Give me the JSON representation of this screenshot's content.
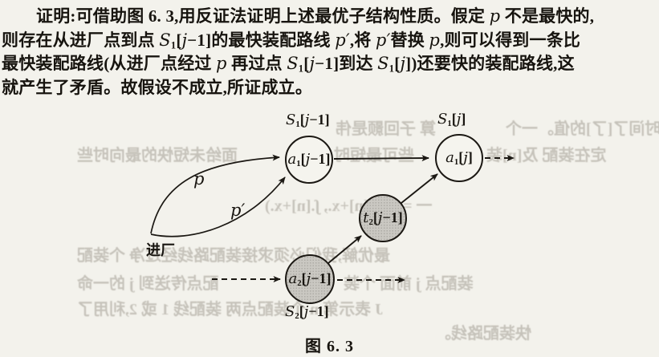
{
  "paragraph": {
    "lines": [
      {
        "segments": [
          {
            "t": "证明:",
            "b": 1
          },
          {
            "t": "可借助图 6. 3,用反证法证明上述最优子结构性质。假定 "
          },
          {
            "t": "p",
            "i": 1
          },
          {
            "t": " 不是最快的,"
          }
        ]
      },
      {
        "segments": [
          {
            "t": "则存在从进厂点到点 "
          },
          {
            "t": "S",
            "i": 1
          },
          {
            "t": "1",
            "s": 1
          },
          {
            "t": "["
          },
          {
            "t": "j",
            "i": 1
          },
          {
            "t": "−1]的最快装配路线 "
          },
          {
            "t": "p′",
            "i": 1
          },
          {
            "t": ",将 "
          },
          {
            "t": "p′",
            "i": 1
          },
          {
            "t": "替换 "
          },
          {
            "t": "p",
            "i": 1
          },
          {
            "t": ",则可以得到一条比"
          }
        ]
      },
      {
        "segments": [
          {
            "t": "最快装配路线(从进厂点经过 "
          },
          {
            "t": "p",
            "i": 1
          },
          {
            "t": " 再过点 "
          },
          {
            "t": "S",
            "i": 1
          },
          {
            "t": "1",
            "s": 1
          },
          {
            "t": "["
          },
          {
            "t": "j",
            "i": 1
          },
          {
            "t": "−1]到达 "
          },
          {
            "t": "S",
            "i": 1
          },
          {
            "t": "1",
            "s": 1
          },
          {
            "t": "["
          },
          {
            "t": "j",
            "i": 1
          },
          {
            "t": "])还要快的装配路线,这"
          }
        ]
      },
      {
        "segments": [
          {
            "t": "就产生了矛盾。故假设不成立,所证成立。"
          }
        ]
      }
    ]
  },
  "figure": {
    "caption": "图 6. 3",
    "entry_label": "进厂",
    "path_label_p": {
      "segments": [
        {
          "t": "p",
          "i": 1
        }
      ]
    },
    "path_label_p_prime": {
      "segments": [
        {
          "t": "p′",
          "i": 1
        }
      ]
    },
    "nodes": {
      "a1_jm1": {
        "label": {
          "segments": [
            {
              "t": "a",
              "i": 1
            },
            {
              "t": "1",
              "s": 1
            },
            {
              "t": "["
            },
            {
              "t": "j",
              "i": 1
            },
            {
              "t": "−1]"
            }
          ]
        }
      },
      "a1_j": {
        "label": {
          "segments": [
            {
              "t": "a",
              "i": 1
            },
            {
              "t": "1",
              "s": 1
            },
            {
              "t": "["
            },
            {
              "t": "j",
              "i": 1
            },
            {
              "t": "]"
            }
          ]
        }
      },
      "t2_jm1": {
        "label": {
          "segments": [
            {
              "t": "t",
              "i": 1
            },
            {
              "t": "2",
              "s": 1
            },
            {
              "t": "["
            },
            {
              "t": "j",
              "i": 1
            },
            {
              "t": "−1]"
            }
          ]
        }
      },
      "a2_jm1": {
        "label": {
          "segments": [
            {
              "t": "a",
              "i": 1
            },
            {
              "t": "2",
              "s": 1
            },
            {
              "t": "["
            },
            {
              "t": "j",
              "i": 1
            },
            {
              "t": "−1]"
            }
          ]
        }
      }
    },
    "station_labels": {
      "s1_jm1": {
        "segments": [
          {
            "t": "S",
            "i": 1
          },
          {
            "t": "1",
            "s": 1
          },
          {
            "t": "["
          },
          {
            "t": "j",
            "i": 1
          },
          {
            "t": "−1]"
          }
        ]
      },
      "s1_j": {
        "segments": [
          {
            "t": "S",
            "i": 1
          },
          {
            "t": "1",
            "s": 1
          },
          {
            "t": "["
          },
          {
            "t": "j",
            "i": 1
          },
          {
            "t": "]"
          }
        ]
      },
      "s2_jm1": {
        "segments": [
          {
            "t": "S",
            "i": 1
          },
          {
            "t": "2",
            "s": 1
          },
          {
            "t": "["
          },
          {
            "t": "j",
            "i": 1
          },
          {
            "t": "−1]"
          }
        ]
      }
    }
  },
  "bleed": {
    "lines": [
      "算 子回颢是伟",
      "时间了[了]的值。一个",
      "面给未短快的最向时些",
      "些可最短时",
      "定在装配 及[n]装",
      "一 = ʃ.(胡[n]+x., ʃ.[n]+x.)",
      "最优解,我们必须求接装配路线经过净 个装配",
      "配点传送到 j 的一命",
      "装配点 j 前面 个装",
      "J 表示第 n 个装配点两 装配线 1 或 2,利用了",
      "快装配路线。"
    ]
  },
  "colors": {
    "paper": "#f3f2ec",
    "ink": "#17140f",
    "node_fill_light": "#f5f4ee",
    "node_fill_shaded": "#cac8c2",
    "bleed_text": "#a19c92"
  }
}
